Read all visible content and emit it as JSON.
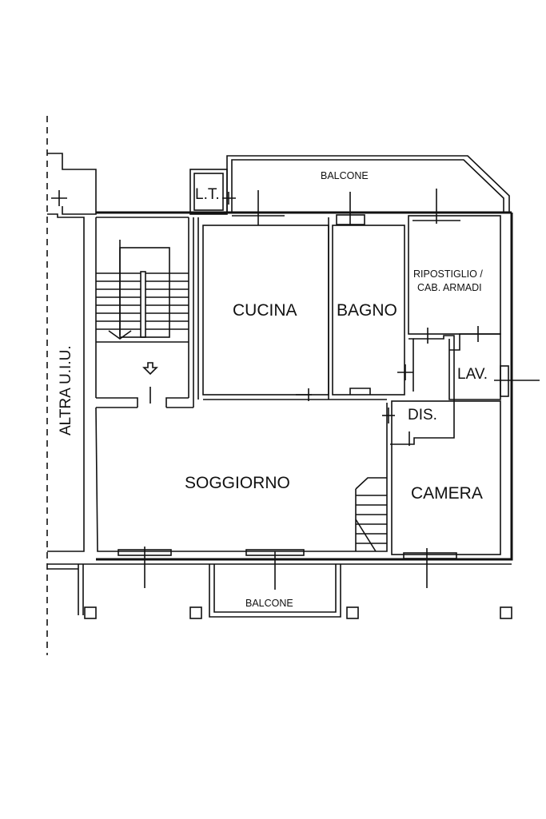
{
  "plan": {
    "rooms": {
      "cucina": "CUCINA",
      "bagno": "BAGNO",
      "ripostiglio_line1": "RIPOSTIGLIO /",
      "ripostiglio_line2": "CAB. ARMADI",
      "lav": "LAV.",
      "dis": "DIS.",
      "soggiorno": "SOGGIORNO",
      "camera": "CAMERA",
      "lt": "L.T."
    },
    "balconies": {
      "top": "BALCONE",
      "bottom": "BALCONE"
    },
    "neighbor_label": "ALTRA U.I.U."
  }
}
